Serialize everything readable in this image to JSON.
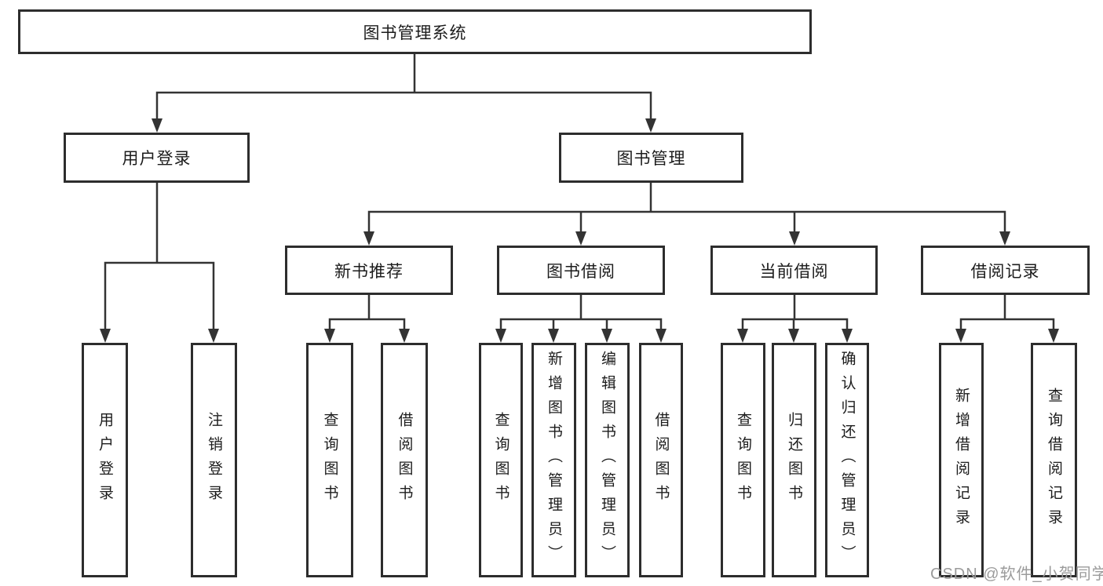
{
  "diagram": {
    "root": {
      "label": "图书管理系统"
    },
    "branches": {
      "user_login": {
        "label": "用户登录"
      },
      "book_management": {
        "label": "图书管理"
      }
    },
    "modules": [
      {
        "label": "新书推荐"
      },
      {
        "label": "图书借阅"
      },
      {
        "label": "当前借阅"
      },
      {
        "label": "借阅记录"
      }
    ],
    "leaves": [
      {
        "label": "用户登录"
      },
      {
        "label": "注销登录"
      },
      {
        "label": "查询图书"
      },
      {
        "label": "借阅图书"
      },
      {
        "label": "查询图书"
      },
      {
        "label": "新增图书（管理员）"
      },
      {
        "label": "编辑图书（管理员）"
      },
      {
        "label": "借阅图书"
      },
      {
        "label": "查询图书"
      },
      {
        "label": "归还图书"
      },
      {
        "label": "确认归还（管理员）"
      },
      {
        "label": "新增借阅记录"
      },
      {
        "label": "查询借阅记录"
      }
    ]
  },
  "watermark": {
    "text": "CSDN @软件_小贺同学"
  },
  "colors": {
    "line": "#333333",
    "border": "#2d2d2d",
    "text": "#1c1c1c",
    "watermark": "#9b9b9b",
    "background": "#ffffff"
  }
}
